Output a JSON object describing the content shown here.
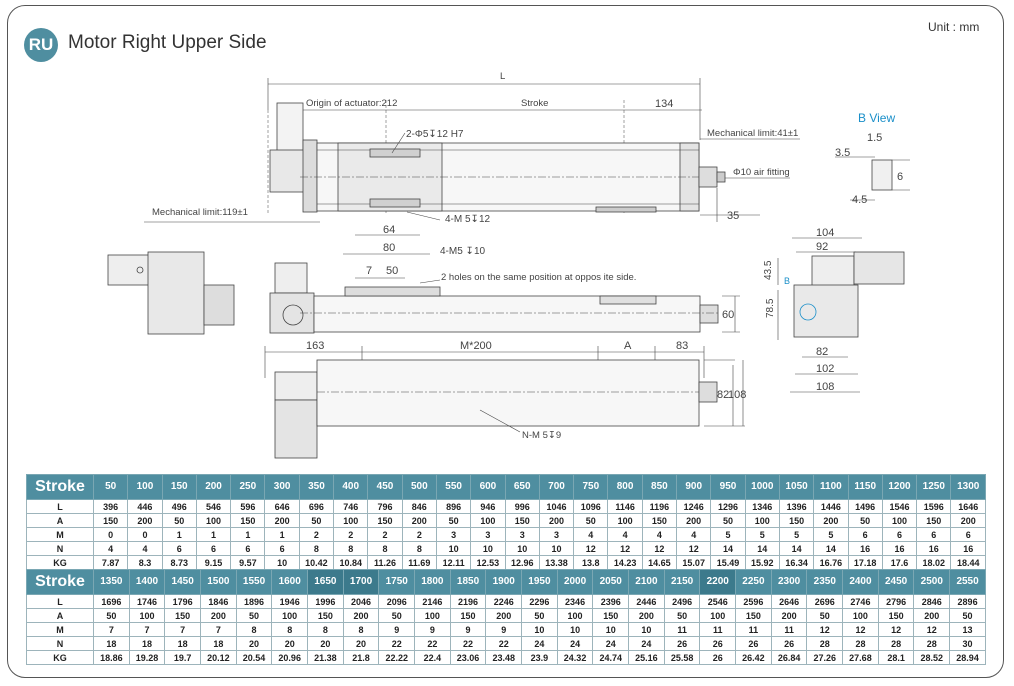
{
  "header": {
    "badge": "RU",
    "title": "Motor Right Upper Side",
    "unit": "Unit : mm"
  },
  "drawing": {
    "dim_L": "L",
    "origin": "Origin of actuator:212",
    "stroke": "Stroke",
    "dim_134": "134",
    "mech_limit_right": "Mechanical limit:41±1",
    "mech_limit_left": "Mechanical limit:119±1",
    "hole_2": "2-Φ5↧12 H7",
    "air_fitting": "Φ10 air fitting",
    "dim_35": "35",
    "m5_4a": "4-M 5↧12",
    "dim_64": "64",
    "dim_80": "80",
    "m5_4b": "4-M5 ↧10",
    "dim_7": "7",
    "dim_50": "50",
    "holes_note": "2 holes on the same position at oppos ite side.",
    "dim_60": "60",
    "dim_163": "163",
    "m200": "M*200",
    "dim_A": "A",
    "dim_83": "83",
    "dim_82v": "82",
    "dim_108v": "108",
    "nm5": "N-M 5↧9",
    "b_view": "B View",
    "dim_1_5": "1.5",
    "dim_3_5": "3.5",
    "dim_6": "6",
    "dim_4_5": "4.5",
    "dim_104": "104",
    "dim_92": "92",
    "dim_43_5": "43.5",
    "dim_78_5": "78.5",
    "b_marker": "B",
    "dim_82h": "82",
    "dim_102": "102",
    "dim_108h": "108"
  },
  "colors": {
    "accent": "#4f8ea0",
    "table_border": "#9db4bb",
    "blue_label": "#1a8fc9"
  },
  "table1": {
    "header_label": "Stroke",
    "strokes": [
      "50",
      "100",
      "150",
      "200",
      "250",
      "300",
      "350",
      "400",
      "450",
      "500",
      "550",
      "600",
      "650",
      "700",
      "750",
      "800",
      "850",
      "900",
      "950",
      "1000",
      "1050",
      "1100",
      "1150",
      "1200",
      "1250",
      "1300"
    ],
    "rows": [
      {
        "label": "L",
        "values": [
          "396",
          "446",
          "496",
          "546",
          "596",
          "646",
          "696",
          "746",
          "796",
          "846",
          "896",
          "946",
          "996",
          "1046",
          "1096",
          "1146",
          "1196",
          "1246",
          "1296",
          "1346",
          "1396",
          "1446",
          "1496",
          "1546",
          "1596",
          "1646"
        ]
      },
      {
        "label": "A",
        "values": [
          "150",
          "200",
          "50",
          "100",
          "150",
          "200",
          "50",
          "100",
          "150",
          "200",
          "50",
          "100",
          "150",
          "200",
          "50",
          "100",
          "150",
          "200",
          "50",
          "100",
          "150",
          "200",
          "50",
          "100",
          "150",
          "200"
        ]
      },
      {
        "label": "M",
        "values": [
          "0",
          "0",
          "1",
          "1",
          "1",
          "1",
          "2",
          "2",
          "2",
          "2",
          "3",
          "3",
          "3",
          "3",
          "4",
          "4",
          "4",
          "4",
          "5",
          "5",
          "5",
          "5",
          "6",
          "6",
          "6",
          "6"
        ]
      },
      {
        "label": "N",
        "values": [
          "4",
          "4",
          "6",
          "6",
          "6",
          "6",
          "8",
          "8",
          "8",
          "8",
          "10",
          "10",
          "10",
          "10",
          "12",
          "12",
          "12",
          "12",
          "14",
          "14",
          "14",
          "14",
          "16",
          "16",
          "16",
          "16"
        ]
      },
      {
        "label": "KG",
        "values": [
          "7.87",
          "8.3",
          "8.73",
          "9.15",
          "9.57",
          "10",
          "10.42",
          "10.84",
          "11.26",
          "11.69",
          "12.11",
          "12.53",
          "12.96",
          "13.38",
          "13.8",
          "14.23",
          "14.65",
          "15.07",
          "15.49",
          "15.92",
          "16.34",
          "16.76",
          "17.18",
          "17.6",
          "18.02",
          "18.44"
        ]
      }
    ]
  },
  "table2": {
    "header_label": "Stroke",
    "strokes": [
      "1350",
      "1400",
      "1450",
      "1500",
      "1550",
      "1600",
      "1650",
      "1700",
      "1750",
      "1800",
      "1850",
      "1900",
      "1950",
      "2000",
      "2050",
      "2100",
      "2150",
      "2200",
      "2250",
      "2300",
      "2350",
      "2400",
      "2450",
      "2500",
      "2550"
    ],
    "rows": [
      {
        "label": "L",
        "values": [
          "1696",
          "1746",
          "1796",
          "1846",
          "1896",
          "1946",
          "1996",
          "2046",
          "2096",
          "2146",
          "2196",
          "2246",
          "2296",
          "2346",
          "2396",
          "2446",
          "2496",
          "2546",
          "2596",
          "2646",
          "2696",
          "2746",
          "2796",
          "2846",
          "2896"
        ]
      },
      {
        "label": "A",
        "values": [
          "50",
          "100",
          "150",
          "200",
          "50",
          "100",
          "150",
          "200",
          "50",
          "100",
          "150",
          "200",
          "50",
          "100",
          "150",
          "200",
          "50",
          "100",
          "150",
          "200",
          "50",
          "100",
          "150",
          "200",
          "50"
        ]
      },
      {
        "label": "M",
        "values": [
          "7",
          "7",
          "7",
          "7",
          "8",
          "8",
          "8",
          "8",
          "9",
          "9",
          "9",
          "9",
          "10",
          "10",
          "10",
          "10",
          "11",
          "11",
          "11",
          "11",
          "12",
          "12",
          "12",
          "12",
          "13"
        ]
      },
      {
        "label": "N",
        "values": [
          "18",
          "18",
          "18",
          "18",
          "20",
          "20",
          "20",
          "20",
          "22",
          "22",
          "22",
          "22",
          "24",
          "24",
          "24",
          "24",
          "26",
          "26",
          "26",
          "26",
          "28",
          "28",
          "28",
          "28",
          "30"
        ]
      },
      {
        "label": "KG",
        "values": [
          "18.86",
          "19.28",
          "19.7",
          "20.12",
          "20.54",
          "20.96",
          "21.38",
          "21.8",
          "22.22",
          "22.4",
          "23.06",
          "23.48",
          "23.9",
          "24.32",
          "24.74",
          "25.16",
          "25.58",
          "26",
          "26.42",
          "26.84",
          "27.26",
          "27.68",
          "28.1",
          "28.52",
          "28.94"
        ]
      }
    ]
  }
}
